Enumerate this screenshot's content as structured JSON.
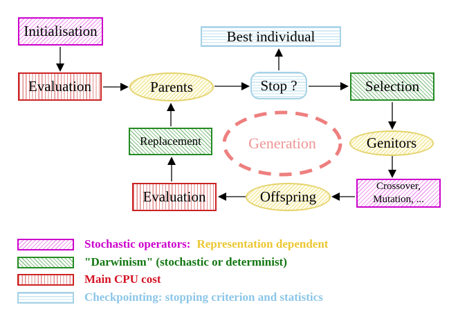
{
  "diagram": {
    "nodes": {
      "initialisation": {
        "label": "Initialisation",
        "style": "magenta-hatch"
      },
      "evaluation_top": {
        "label": "Evaluation",
        "style": "red-stripes"
      },
      "parents": {
        "label": "Parents",
        "style": "yellow-ellipse"
      },
      "best_individual": {
        "label": "Best individual",
        "style": "cyan-stripes"
      },
      "stop": {
        "label": "Stop ?",
        "style": "cyan-stripes-rounded"
      },
      "selection": {
        "label": "Selection",
        "style": "green-hatch"
      },
      "replacement": {
        "label": "Replacement",
        "style": "green-hatch"
      },
      "generation": {
        "label": "Generation",
        "style": "salmon-dashed-ellipse"
      },
      "genitors": {
        "label": "Genitors",
        "style": "yellow-ellipse"
      },
      "crossover_mutation": {
        "label_line1": "Crossover,",
        "label_line2": "Mutation, ...",
        "style": "magenta-hatch"
      },
      "offspring": {
        "label": "Offspring",
        "style": "yellow-ellipse"
      },
      "evaluation_bottom": {
        "label": "Evaluation",
        "style": "red-stripes"
      }
    },
    "edges": [
      {
        "from": "initialisation",
        "to": "evaluation_top"
      },
      {
        "from": "evaluation_top",
        "to": "parents"
      },
      {
        "from": "parents",
        "to": "stop"
      },
      {
        "from": "stop",
        "to": "best_individual"
      },
      {
        "from": "stop",
        "to": "selection"
      },
      {
        "from": "selection",
        "to": "genitors"
      },
      {
        "from": "genitors",
        "to": "crossover_mutation"
      },
      {
        "from": "crossover_mutation",
        "to": "offspring"
      },
      {
        "from": "offspring",
        "to": "evaluation_bottom"
      },
      {
        "from": "evaluation_bottom",
        "to": "replacement"
      },
      {
        "from": "replacement",
        "to": "parents"
      }
    ]
  },
  "legend": {
    "items": [
      {
        "swatch": "magenta-hatch",
        "text1": "Stochastic operators:",
        "text2": "Representation dependent"
      },
      {
        "swatch": "green-hatch",
        "text1": "\"Darwinism\" (stochastic or determinist)"
      },
      {
        "swatch": "red-stripes",
        "text1": "Main CPU cost"
      },
      {
        "swatch": "cyan-stripes",
        "text1": "Checkpointing: stopping criterion and statistics"
      }
    ]
  },
  "colors": {
    "magenta": "#cc00cc",
    "green_border": "#228b22",
    "green_text": "#117611",
    "red_border": "#cc2222",
    "red_text": "#d41224",
    "cyan_border": "#a6d2e6",
    "cyan_text": "#8cc6e8",
    "yellow_border": "#e4d36a",
    "yellow_text": "#ecc732",
    "salmon": "#ee7f7f",
    "arrow": "#000000",
    "background": "#ffffff"
  }
}
